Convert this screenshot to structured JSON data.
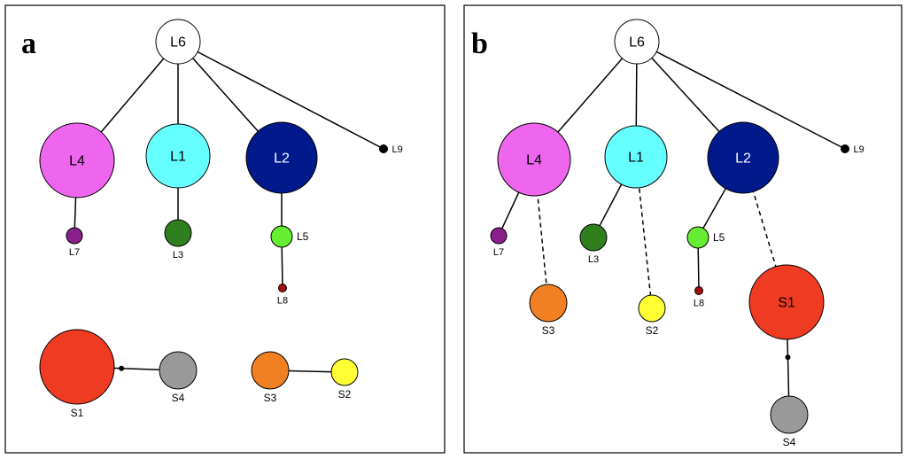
{
  "panels": [
    {
      "id": "a",
      "label": "a",
      "nodes": [
        {
          "id": "L6",
          "label": "L6",
          "color": "#ffffff"
        },
        {
          "id": "L4",
          "label": "L4",
          "color": "#ee66ee"
        },
        {
          "id": "L1",
          "label": "L1",
          "color": "#66ffff"
        },
        {
          "id": "L2",
          "label": "L2",
          "color": "#001a8c"
        },
        {
          "id": "L9",
          "label": "L9",
          "color": "#000000"
        },
        {
          "id": "L7",
          "label": "L7",
          "color": "#8b1f8b"
        },
        {
          "id": "L3",
          "label": "L3",
          "color": "#2f7f1f"
        },
        {
          "id": "L5",
          "label": "L5",
          "color": "#66ee33"
        },
        {
          "id": "L8",
          "label": "L8",
          "color": "#a01010"
        },
        {
          "id": "S1",
          "label": "S1",
          "color": "#ee3b22"
        },
        {
          "id": "S4",
          "label": "S4",
          "color": "#999999"
        },
        {
          "id": "S3",
          "label": "S3",
          "color": "#f08022"
        },
        {
          "id": "S2",
          "label": "S2",
          "color": "#ffff33"
        }
      ],
      "edges": [
        {
          "from": "L6",
          "to": "L4",
          "style": "solid"
        },
        {
          "from": "L6",
          "to": "L1",
          "style": "solid"
        },
        {
          "from": "L6",
          "to": "L2",
          "style": "solid"
        },
        {
          "from": "L6",
          "to": "L9",
          "style": "solid"
        },
        {
          "from": "L4",
          "to": "L7",
          "style": "solid"
        },
        {
          "from": "L1",
          "to": "L3",
          "style": "solid"
        },
        {
          "from": "L2",
          "to": "L5",
          "style": "solid"
        },
        {
          "from": "L5",
          "to": "L8",
          "style": "solid"
        },
        {
          "from": "S1",
          "to": "S4",
          "style": "solid"
        },
        {
          "from": "S3",
          "to": "S2",
          "style": "solid"
        }
      ]
    },
    {
      "id": "b",
      "label": "b",
      "nodes": [
        {
          "id": "L6",
          "label": "L6",
          "color": "#ffffff"
        },
        {
          "id": "L4",
          "label": "L4",
          "color": "#ee66ee"
        },
        {
          "id": "L1",
          "label": "L1",
          "color": "#66ffff"
        },
        {
          "id": "L2",
          "label": "L2",
          "color": "#001a8c"
        },
        {
          "id": "L9",
          "label": "L9",
          "color": "#000000"
        },
        {
          "id": "L7",
          "label": "L7",
          "color": "#8b1f8b"
        },
        {
          "id": "L3",
          "label": "L3",
          "color": "#2f7f1f"
        },
        {
          "id": "L5",
          "label": "L5",
          "color": "#66ee33"
        },
        {
          "id": "L8",
          "label": "L8",
          "color": "#a01010"
        },
        {
          "id": "S3",
          "label": "S3",
          "color": "#f08022"
        },
        {
          "id": "S2",
          "label": "S2",
          "color": "#ffff33"
        },
        {
          "id": "S1",
          "label": "S1",
          "color": "#ee3b22"
        },
        {
          "id": "S4",
          "label": "S4",
          "color": "#999999"
        }
      ],
      "edges": [
        {
          "from": "L6",
          "to": "L4",
          "style": "solid"
        },
        {
          "from": "L6",
          "to": "L1",
          "style": "solid"
        },
        {
          "from": "L6",
          "to": "L2",
          "style": "solid"
        },
        {
          "from": "L6",
          "to": "L9",
          "style": "solid"
        },
        {
          "from": "L4",
          "to": "L7",
          "style": "solid"
        },
        {
          "from": "L4",
          "to": "S3",
          "style": "dashed"
        },
        {
          "from": "L1",
          "to": "L3",
          "style": "solid"
        },
        {
          "from": "L1",
          "to": "S2",
          "style": "dashed"
        },
        {
          "from": "L2",
          "to": "L5",
          "style": "solid"
        },
        {
          "from": "L5",
          "to": "L8",
          "style": "solid"
        },
        {
          "from": "L2",
          "to": "S1",
          "style": "dashed"
        },
        {
          "from": "S1",
          "to": "S4",
          "style": "solid"
        }
      ]
    }
  ]
}
